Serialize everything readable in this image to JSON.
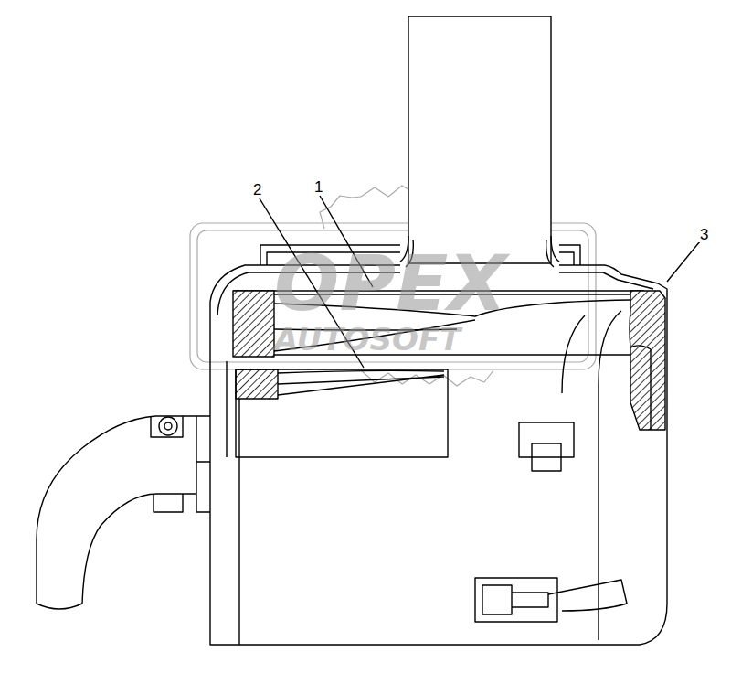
{
  "diagram": {
    "labels": [
      "1",
      "2",
      "3",
      "OPEX",
      "AUTOSOFT"
    ]
  }
}
